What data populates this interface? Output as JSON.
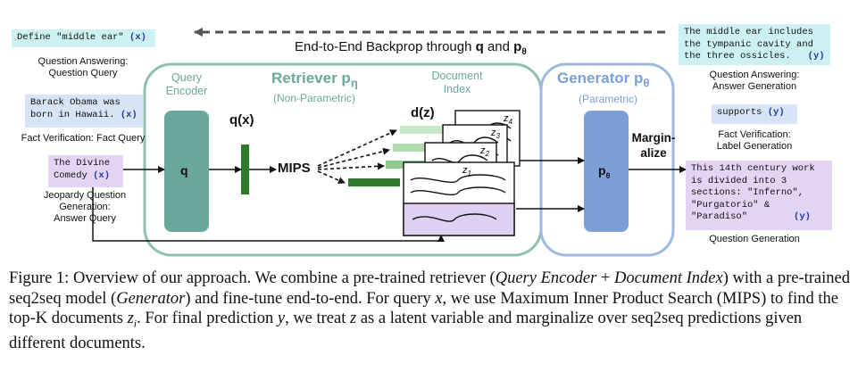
{
  "backprop": {
    "label_main": "End-to-End Backprop through ",
    "label_q": "q",
    "label_and": " and ",
    "label_p": "p",
    "label_theta": "θ"
  },
  "retriever": {
    "title": "Retriever p",
    "title_sub": "η",
    "subtitle": "(Non-Parametric)",
    "query_encoder_label": [
      "Query",
      "Encoder"
    ],
    "query_encoder_block": "q",
    "qx_label": "q(x)",
    "mips_label": "MIPS",
    "doc_index_label": [
      "Document",
      "Index"
    ],
    "dz_label": "d(z)",
    "doc_labels": [
      "z",
      "z",
      "z",
      "z"
    ],
    "doc_subs": [
      "4",
      "3",
      "2",
      "1"
    ]
  },
  "generator": {
    "title": "Generator p",
    "title_sub": "θ",
    "subtitle": "(Parametric)",
    "block_label": "p",
    "block_sub": "θ",
    "marginalize_label": [
      "Margin-",
      "alize"
    ]
  },
  "inputs": [
    {
      "text": "Define \"middle ear\"",
      "tag": "(x)",
      "caption": [
        "Question Answering:",
        "Question Query"
      ]
    },
    {
      "text": [
        "Barack Obama was",
        "born in Hawaii."
      ],
      "tag": "(x)",
      "caption": [
        "Fact Verification: Fact Query"
      ]
    },
    {
      "text": [
        "The Divine",
        "Comedy"
      ],
      "tag": "(x)",
      "caption": [
        "Jeopardy Question",
        "Generation:",
        "Answer Query"
      ]
    }
  ],
  "outputs": [
    {
      "text": [
        "The middle ear includes",
        "the tympanic cavity and",
        "the three ossicles."
      ],
      "tag": "(y)",
      "caption": [
        "Question Answering:",
        "Answer Generation"
      ]
    },
    {
      "text": "supports",
      "tag": "(y)",
      "caption": [
        "Fact Verification:",
        "Label Generation"
      ]
    },
    {
      "text": [
        "This 14th century work",
        "is divided into 3",
        "sections: \"Inferno\",",
        "\"Purgatorio\" &",
        "\"Paradiso\""
      ],
      "tag": "(y)",
      "caption": [
        "Question Generation"
      ]
    }
  ],
  "caption": {
    "fig": "Figure 1: Overview of our approach. We combine a pre-trained retriever (",
    "qe": "Query Encoder",
    "plus": " + ",
    "di": "Document Index",
    "p2": ") with a pre-trained seq2seq model (",
    "gen": "Generator",
    "p3": ") and fine-tune end-to-end. For query ",
    "x": "x",
    "p4": ", we use Maximum Inner Product Search (MIPS) to find the top-K documents ",
    "zi": "z",
    "zi_sub": "i",
    "p5": ". For final prediction ",
    "y": "y",
    "p6": ", we treat ",
    "z": "z",
    "p7": " as a latent variable and marginalize over seq2seq predictions given different documents."
  },
  "colors": {
    "retriever_border": "#8fbfb3",
    "generator_border": "#9eb8e0",
    "query_encoder": "#6aa89c",
    "generator_block": "#7c9fd8",
    "green_bar": "#2d7a2d",
    "light_green": "#9fd49f",
    "doc_purple": "#ddd0f2",
    "cyan_box": "#cdf1f3",
    "blue_box": "#d6e4f6",
    "purple_box": "#e3d4f4"
  }
}
